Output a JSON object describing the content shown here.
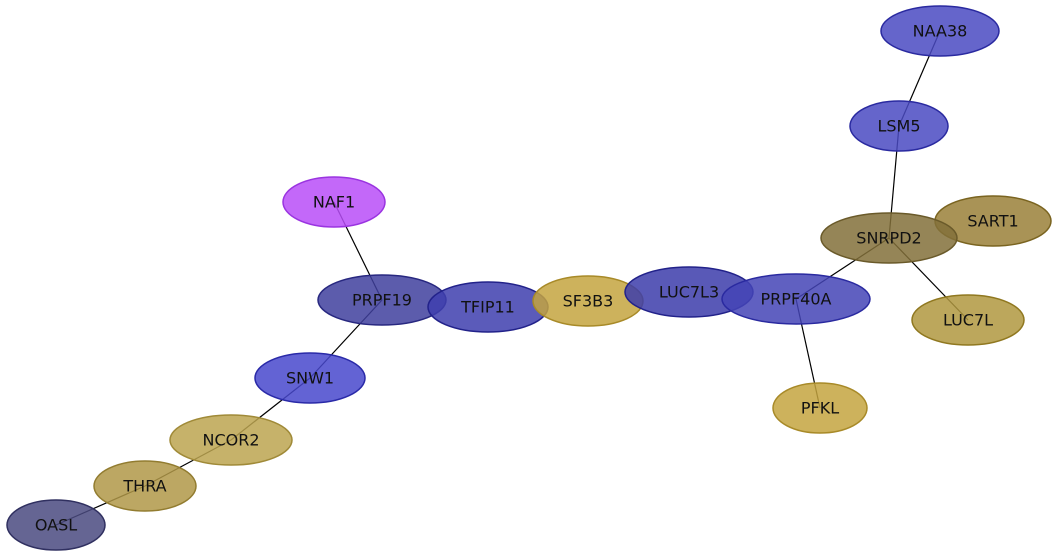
{
  "nodes": [
    {
      "id": "NAA38",
      "label": "NAA38",
      "fill": "#4a4ac2",
      "stroke": "#2a2aa0"
    },
    {
      "id": "LSM5",
      "label": "LSM5",
      "fill": "#4a4ac2",
      "stroke": "#2a2aa0"
    },
    {
      "id": "SNRPD2",
      "label": "SNRPD2",
      "fill": "#82703a",
      "stroke": "#6a5a2a"
    },
    {
      "id": "SART1",
      "label": "SART1",
      "fill": "#9a8038",
      "stroke": "#7a6420"
    },
    {
      "id": "LUC7L",
      "label": "LUC7L",
      "fill": "#b09840",
      "stroke": "#907820"
    },
    {
      "id": "PRPF40A",
      "label": "PRPF40A",
      "fill": "#4444b6",
      "stroke": "#2a2aa0"
    },
    {
      "id": "LUC7L3",
      "label": "LUC7L3",
      "fill": "#3c3caa",
      "stroke": "#22228a"
    },
    {
      "id": "PFKL",
      "label": "PFKL",
      "fill": "#c4a440",
      "stroke": "#a88a28"
    },
    {
      "id": "SF3B3",
      "label": "SF3B3",
      "fill": "#c4a440",
      "stroke": "#a88a28"
    },
    {
      "id": "TFIP11",
      "label": "TFIP11",
      "fill": "#3e3eae",
      "stroke": "#22228a"
    },
    {
      "id": "PRPF19",
      "label": "PRPF19",
      "fill": "#40409e",
      "stroke": "#282880"
    },
    {
      "id": "NAF1",
      "label": "NAF1",
      "fill": "#b84ef8",
      "stroke": "#9a34e0"
    },
    {
      "id": "SNW1",
      "label": "SNW1",
      "fill": "#4848cc",
      "stroke": "#2a2aa8"
    },
    {
      "id": "NCOR2",
      "label": "NCOR2",
      "fill": "#bca450",
      "stroke": "#a08a38"
    },
    {
      "id": "THRA",
      "label": "THRA",
      "fill": "#b09848",
      "stroke": "#927c30"
    },
    {
      "id": "OASL",
      "label": "OASL",
      "fill": "#4a4a80",
      "stroke": "#303060"
    }
  ],
  "edges": [
    [
      "NAA38",
      "LSM5"
    ],
    [
      "LSM5",
      "SNRPD2"
    ],
    [
      "SNRPD2",
      "LUC7L"
    ],
    [
      "SNRPD2",
      "PRPF40A"
    ],
    [
      "PRPF40A",
      "PFKL"
    ],
    [
      "NAF1",
      "PRPF19"
    ],
    [
      "PRPF19",
      "SNW1"
    ],
    [
      "SNW1",
      "NCOR2"
    ],
    [
      "NCOR2",
      "THRA"
    ],
    [
      "THRA",
      "OASL"
    ]
  ]
}
